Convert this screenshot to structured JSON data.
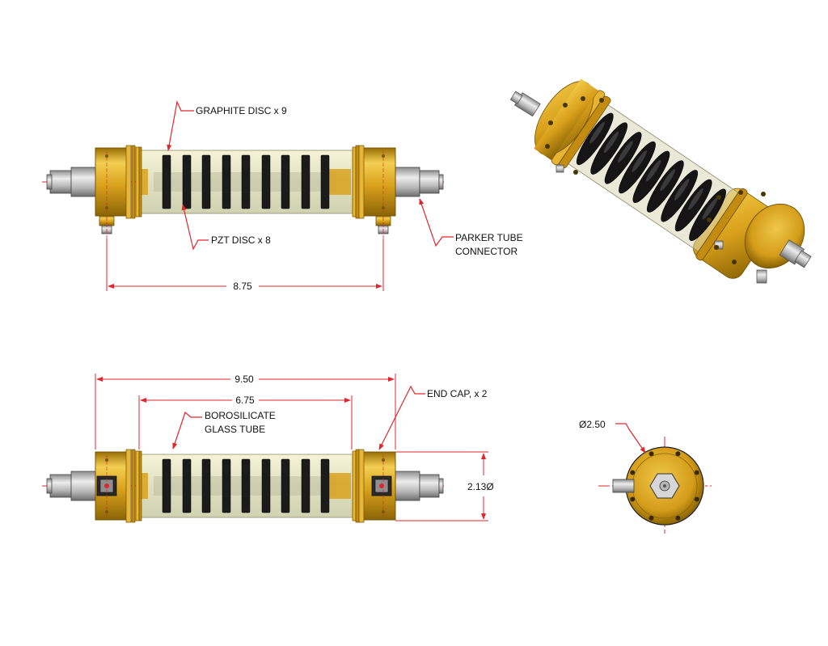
{
  "labels": {
    "graphite_disc": "GRAPHITE DISC x 9",
    "pzt_disc": "PZT DISC x 8",
    "parker_line1": "PARKER TUBE",
    "parker_line2": "CONNECTOR",
    "borosilicate_line1": "BOROSILICATE",
    "borosilicate_line2": "GLASS TUBE",
    "end_cap": "END CAP, x 2"
  },
  "dimensions": {
    "top_length": "8.75",
    "overall_length": "9.50",
    "glass_length": "6.75",
    "end_cap_height": "2.13Ø",
    "end_view_diameter": "Ø2.50"
  },
  "colors": {
    "brass": "#d9a21c",
    "brass_dark": "#8a6405",
    "brass_light": "#f2cc52",
    "glass": "#e8e6c4",
    "disc": "#1b1b1b",
    "steel": "#b9b9b9",
    "dimension": "#e0262d"
  }
}
